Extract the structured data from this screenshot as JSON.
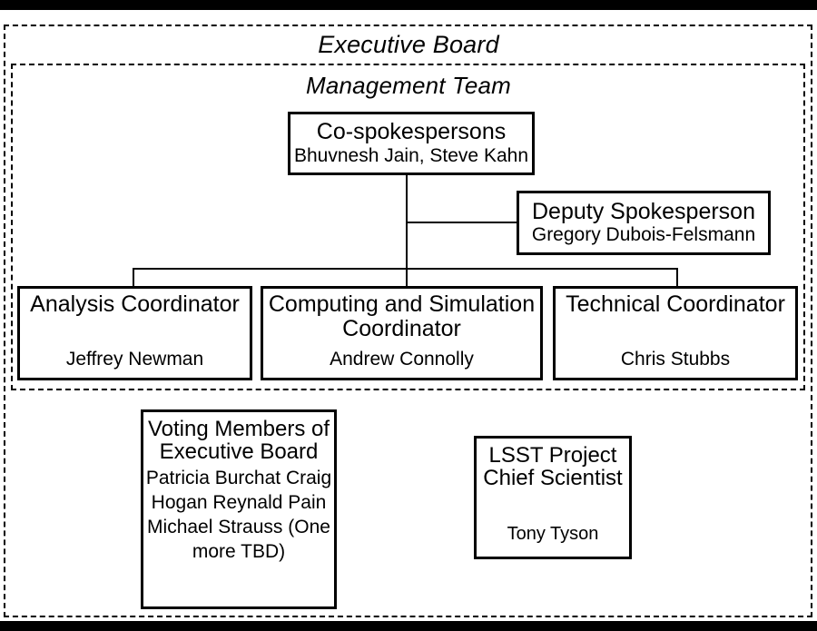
{
  "diagram": {
    "type": "organization-chart",
    "groups": [
      {
        "id": "executive-board",
        "label": "Executive Board",
        "border": "dashed"
      },
      {
        "id": "management-team",
        "label": "Management Team",
        "border": "dashed"
      }
    ],
    "boxes": {
      "cospokespersons": {
        "title": "Co-spokespersons",
        "names": "Bhuvnesh Jain, Steve Kahn"
      },
      "deputy_spokesperson": {
        "title": "Deputy Spokesperson",
        "names": "Gregory Dubois-Felsmann"
      },
      "analysis_coordinator": {
        "title": "Analysis Coordinator",
        "names": "Jeffrey Newman"
      },
      "computing_simulation_coordinator": {
        "title": "Computing and Simulation Coordinator",
        "names": "Andrew Connolly"
      },
      "technical_coordinator": {
        "title": "Technical Coordinator",
        "names": "Chris Stubbs"
      },
      "voting_members": {
        "title": "Voting Members of Executive Board",
        "members": "Patricia Burchat\nCraig Hogan\nReynald Pain\nMichael Strauss\n(One more TBD)"
      },
      "lsst_chief_scientist": {
        "title": "LSST Project Chief Scientist",
        "names": "Tony Tyson"
      }
    },
    "colors": {
      "ink": "#000000",
      "paper": "#ffffff"
    }
  }
}
